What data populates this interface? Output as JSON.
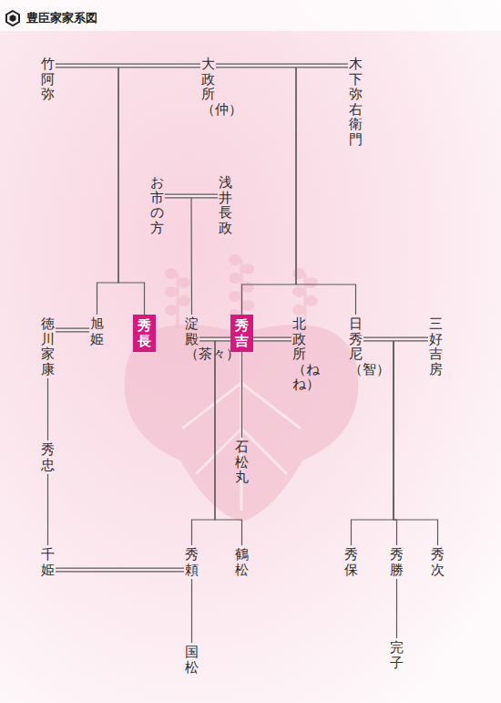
{
  "diagram": {
    "title": "豊臣家家系図",
    "nodes": [
      {
        "text": [
          "竹阿弥"
        ]
      },
      {
        "text": [
          "大政所（仲）"
        ]
      },
      {
        "text": [
          "木下弥右衛門"
        ]
      },
      {
        "text": [
          "お市の方"
        ]
      },
      {
        "text": [
          "浅井長政"
        ]
      },
      {
        "text": [
          "徳川家康"
        ]
      },
      {
        "text": [
          "旭姫"
        ]
      },
      {
        "text": [
          "秀長"
        ]
      },
      {
        "text": [
          "淀殿（茶々）"
        ]
      },
      {
        "text": [
          "秀吉"
        ]
      },
      {
        "text": [
          "北政所（ねね）"
        ]
      },
      {
        "text": [
          "日秀尼（智）"
        ]
      },
      {
        "text": [
          "三好吉房"
        ]
      },
      {
        "text": [
          "秀忠"
        ]
      },
      {
        "text": [
          "石松丸"
        ]
      },
      {
        "text": [
          "千姫"
        ]
      },
      {
        "text": [
          "秀頼"
        ]
      },
      {
        "text": [
          "鶴松"
        ]
      },
      {
        "text": [
          "秀保"
        ]
      },
      {
        "text": [
          "秀勝"
        ]
      },
      {
        "text": [
          "秀次"
        ]
      },
      {
        "text": [
          "国松"
        ]
      },
      {
        "text": [
          "完子"
        ]
      }
    ],
    "edges": [
      {
        "from": 0,
        "to": 1,
        "arrow": "none"
      },
      {
        "from": 1,
        "to": 2,
        "arrow": "none"
      },
      {
        "from": 3,
        "to": 4,
        "arrow": "none"
      },
      {
        "from": 0,
        "to": 6,
        "arrow": "none"
      },
      {
        "from": 0,
        "to": 7,
        "arrow": "none"
      },
      {
        "from": 2,
        "to": 9,
        "arrow": "none"
      },
      {
        "from": 2,
        "to": 11,
        "arrow": "none"
      },
      {
        "from": 4,
        "to": 8,
        "arrow": "none"
      },
      {
        "from": 5,
        "to": 6,
        "arrow": "none"
      },
      {
        "from": 8,
        "to": 9,
        "arrow": "none"
      },
      {
        "from": 9,
        "to": 10,
        "arrow": "none"
      },
      {
        "from": 11,
        "to": 12,
        "arrow": "none"
      },
      {
        "from": 5,
        "to": 13,
        "arrow": "none"
      },
      {
        "from": 9,
        "to": 14,
        "arrow": "none"
      },
      {
        "from": 9,
        "to": 16,
        "arrow": "none"
      },
      {
        "from": 9,
        "to": 17,
        "arrow": "none"
      },
      {
        "from": 11,
        "to": 18,
        "arrow": "none"
      },
      {
        "from": 11,
        "to": 19,
        "arrow": "none"
      },
      {
        "from": 11,
        "to": 20,
        "arrow": "none"
      },
      {
        "from": 13,
        "to": 15,
        "arrow": "none"
      },
      {
        "from": 15,
        "to": 16,
        "arrow": "none"
      },
      {
        "from": 16,
        "to": 21,
        "arrow": "none"
      },
      {
        "from": 19,
        "to": 22,
        "arrow": "none"
      }
    ]
  }
}
